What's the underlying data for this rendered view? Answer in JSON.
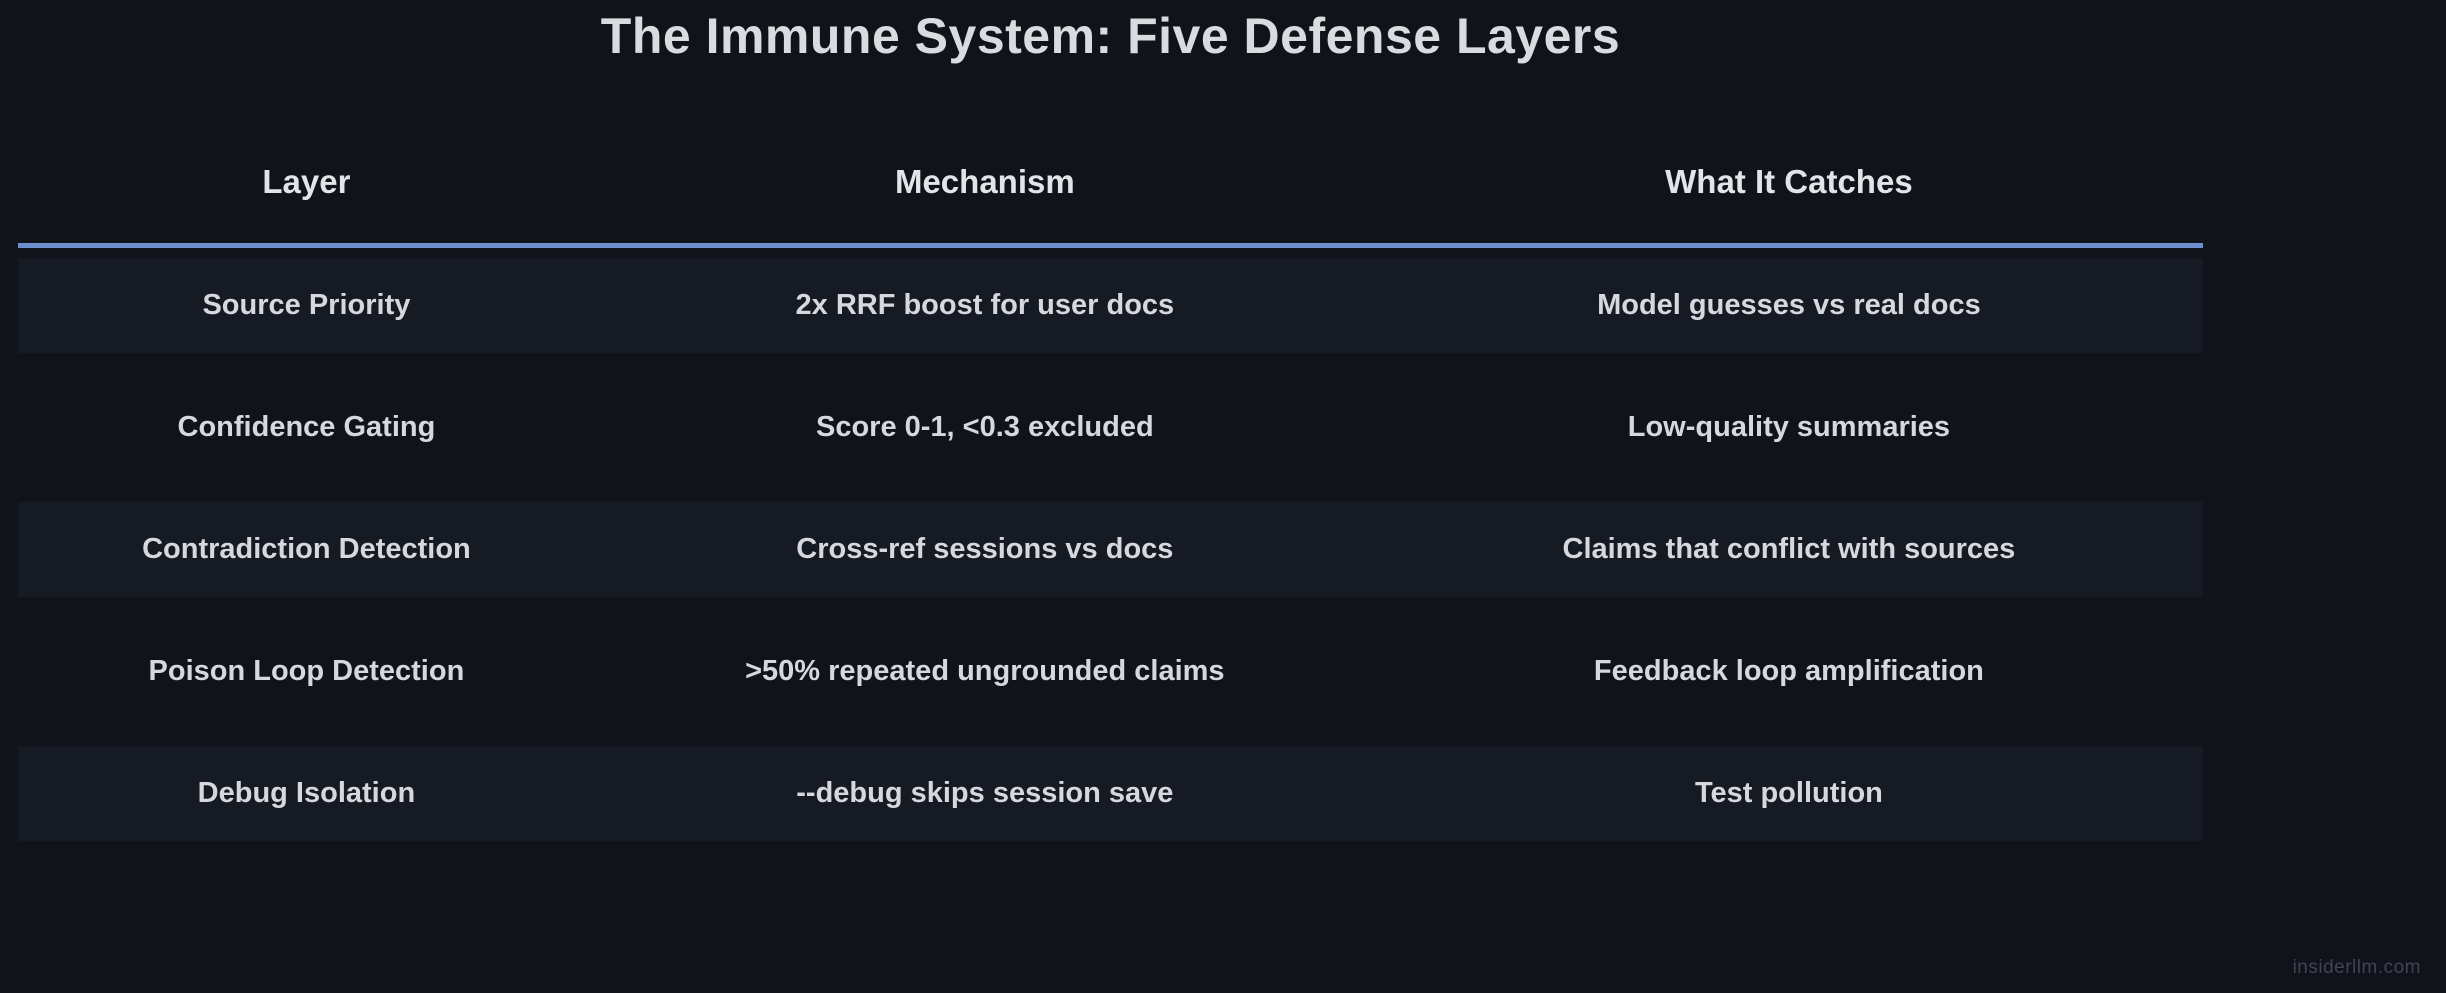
{
  "page": {
    "title": "The Immune System: Five Defense Layers",
    "watermark": "insiderllm.com",
    "colors": {
      "background": "#101319",
      "row-highlight": "#151a23",
      "divider-blue": "#6c8ecf",
      "title-text": "#d9dbdf",
      "header-text": "#e2e4e8",
      "cell-text": "#d6d8dd",
      "watermark-text": "#3f4554"
    }
  },
  "table": {
    "columns": [
      {
        "label": "Layer"
      },
      {
        "label": "Mechanism"
      },
      {
        "label": "What It Catches"
      }
    ],
    "rows": [
      {
        "layer": "Source Priority",
        "mechanism": "2x RRF boost for user docs",
        "catches": "Model guesses vs real docs"
      },
      {
        "layer": "Confidence Gating",
        "mechanism": "Score 0-1, <0.3 excluded",
        "catches": "Low-quality summaries"
      },
      {
        "layer": "Contradiction Detection",
        "mechanism": "Cross-ref sessions vs docs",
        "catches": "Claims that conflict with sources"
      },
      {
        "layer": "Poison Loop Detection",
        "mechanism": ">50% repeated ungrounded claims",
        "catches": "Feedback loop amplification"
      },
      {
        "layer": "Debug Isolation",
        "mechanism": "--debug skips session save",
        "catches": "Test pollution"
      }
    ]
  }
}
